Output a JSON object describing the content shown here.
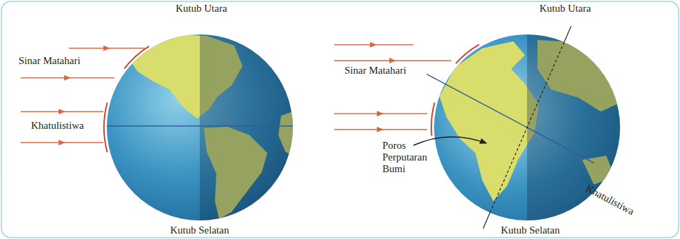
{
  "diagram": {
    "labels": [
      "Kutub Utara",
      "Sinar Matahari",
      "Khatulistiwa",
      "Kutub Selatan",
      "Kutub Utara",
      "Sinar Matahari",
      "Poros Perputaran Bumi",
      "Khatulistiwa",
      "Kutub Selatan"
    ]
  }
}
